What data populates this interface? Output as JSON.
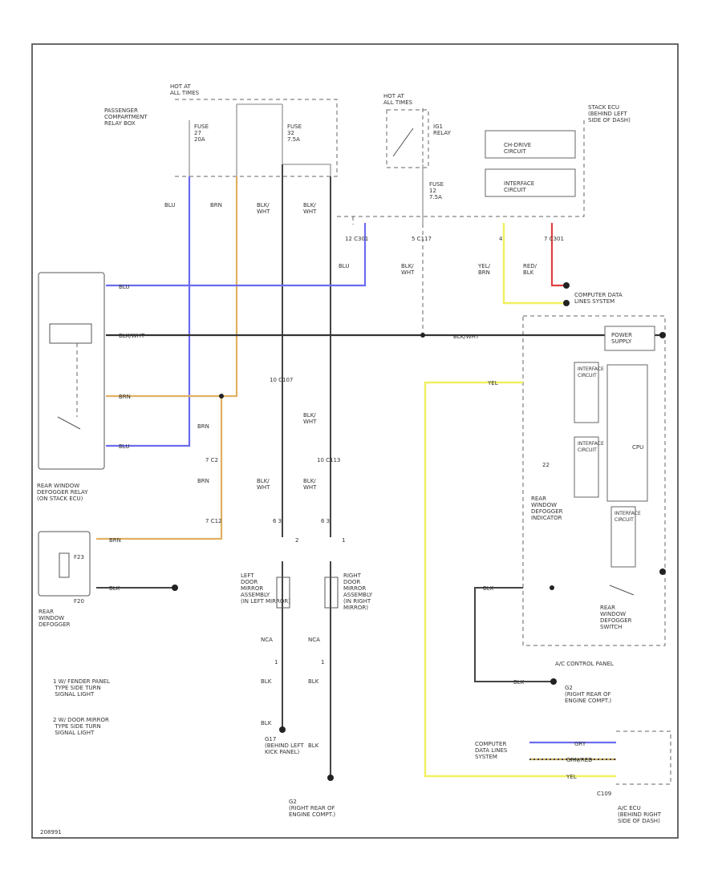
{
  "labels": {
    "hot_all_times_1": "HOT AT\nALL TIMES",
    "hot_all_times_2": "HOT AT\nALL TIMES",
    "passenger_relay_box": "PASSENGER\nCOMPARTMENT\nRELAY BOX",
    "fuse_27": "FUSE\n27\n20A",
    "fuse_32": "FUSE\n32\n7.5A",
    "ig1_relay": "IG1\nRELAY",
    "fuse_12": "FUSE\n12\n7.5A",
    "stack_ecu": "STACK ECU\n(BEHIND LEFT\nSIDE OF DASH)",
    "ch_drive_circuit": "CH-DRIVE\nCIRCUIT",
    "interface_circuit": "INTERFACE\nCIRCUIT",
    "wire_blu_1": "BLU",
    "wire_brn_1": "BRN",
    "wire_blkwht_1": "BLK/\nWHT",
    "wire_blkwht_2": "BLK/\nWHT",
    "conn_12_c301": "12  C301",
    "conn_5_c117": "5  C117",
    "conn_4": "4",
    "conn_7_c301": "7  C301",
    "wire_blu_2": "BLU",
    "wire_blkwht_3": "BLK/\nWHT",
    "wire_yelbrn": "YEL/\nBRN",
    "wire_redblk": "RED/\nBLK",
    "computer_data_lines": "COMPUTER DATA\nLINES SYSTEM",
    "relay_pin_blu": "BLU",
    "relay_pin_blkwht": "BLK/WHT",
    "relay_pin_brn": "BRN",
    "relay_pin_blu2": "BLU",
    "blkwht_right": "BLK/WHT",
    "power_supply": "POWER\nSUPPLY",
    "yel_label": "YEL",
    "conn_10_c107": "10  C107",
    "wire_blkwht_4": "BLK/\nWHT",
    "conn_10_c113": "10  C113",
    "wire_brn_2": "BRN",
    "conn_7_c2": "7  C2",
    "wire_brn_3": "BRN",
    "conn_7_c12": "7  C12",
    "wire_blkwht_5": "BLK/\nWHT",
    "wire_blkwht_6": "BLK/\nWHT",
    "pins_left": "6  3",
    "pins_right": "6  3",
    "pin_2a": "2",
    "pin_1a": "1",
    "rear_defogger_relay": "REAR WINDOW\nDEFOGGER RELAY\n(ON STACK ECU)",
    "defogger_brn": "BRN",
    "f23": "F23",
    "defogger_blk": "BLK",
    "f20": "F20",
    "rear_window_defogger": "REAR\nWINDOW\nDEFOGGER",
    "left_mirror": "LEFT\nDOOR\nMIRROR\nASSEMBLY\n(IN LEFT MIRROR)",
    "right_mirror": "RIGHT\nDOOR\nMIRROR\nASSEMBLY\n(IN RIGHT\nMIRROR)",
    "nca_left": "NCA",
    "nca_right": "NCA",
    "pin_1_left": "1",
    "pin_1_right": "1",
    "blk_left": "BLK",
    "blk_right": "BLK",
    "blk_g1": "BLK",
    "blk_g2": "BLK",
    "g17": "G17\n(BEHIND LEFT\nKICK PANEL)",
    "g2_bottom": "G2\n(RIGHT REAR OF\nENGINE COMPT.)",
    "note_1": "1  W/ FENDER PANEL\n   TYPE SIDE TURN\n   SIGNAL LIGHT",
    "note_2": "2  W/ DOOR MIRROR\n   TYPE SIDE TURN\n   SIGNAL LIGHT",
    "interface_1": "INTERFACE\nCIRCUIT",
    "interface_2": "INTERFACE\nCIRCUIT",
    "interface_3": "INTERFACE\nCIRCUIT",
    "cpu": "CPU",
    "num_22": "22",
    "rear_defogger_indicator": "REAR\nWINDOW\nDEFOGGER\nINDICATOR",
    "blk_switch": "BLK",
    "rear_defogger_switch": "REAR\nWINDOW\nDEFOGGER\nSWITCH",
    "ac_control_panel": "A/C CONTROL PANEL",
    "blk_g2_right": "BLK",
    "g2_right": "G2\n(RIGHT REAR OF\nENGINE COMPT.)",
    "computer_data_bottom": "COMPUTER\nDATA LINES\nSYSTEM",
    "gry_label": "GRY",
    "grnred_label": "GRN/RED",
    "yel_bottom": "YEL",
    "c109": "C109",
    "ac_ecu": "A/C ECU\n(BEHIND RIGHT\nSIDE OF DASH)",
    "footer_code": "208991"
  }
}
